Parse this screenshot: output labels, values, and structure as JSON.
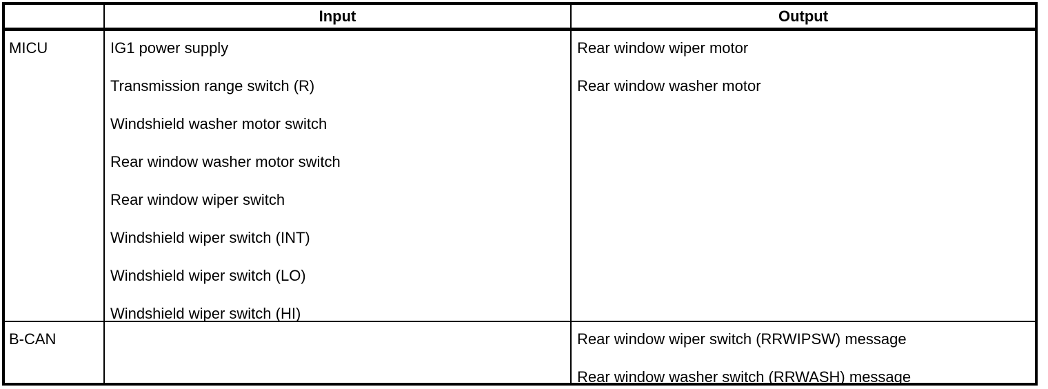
{
  "table": {
    "header": {
      "corner_label": "",
      "input_label": "Input",
      "output_label": "Output"
    },
    "rows": [
      {
        "label": "MICU",
        "input": [
          "IG1 power supply",
          "Transmission range switch (R)",
          "Windshield washer motor switch",
          "Rear window washer motor switch",
          "Rear window wiper switch",
          "Windshield wiper switch (INT)",
          "Windshield wiper switch (LO)",
          "Windshield wiper switch (HI)"
        ],
        "output": [
          "Rear window wiper motor",
          "Rear window washer motor"
        ]
      },
      {
        "label": "B-CAN",
        "input": [],
        "output": [
          "Rear window wiper switch (RRWIPSW) message",
          "Rear window washer switch (RRWASH) message"
        ]
      }
    ]
  },
  "colors": {
    "border": "#000000",
    "text": "#000000",
    "background": "#ffffff"
  }
}
